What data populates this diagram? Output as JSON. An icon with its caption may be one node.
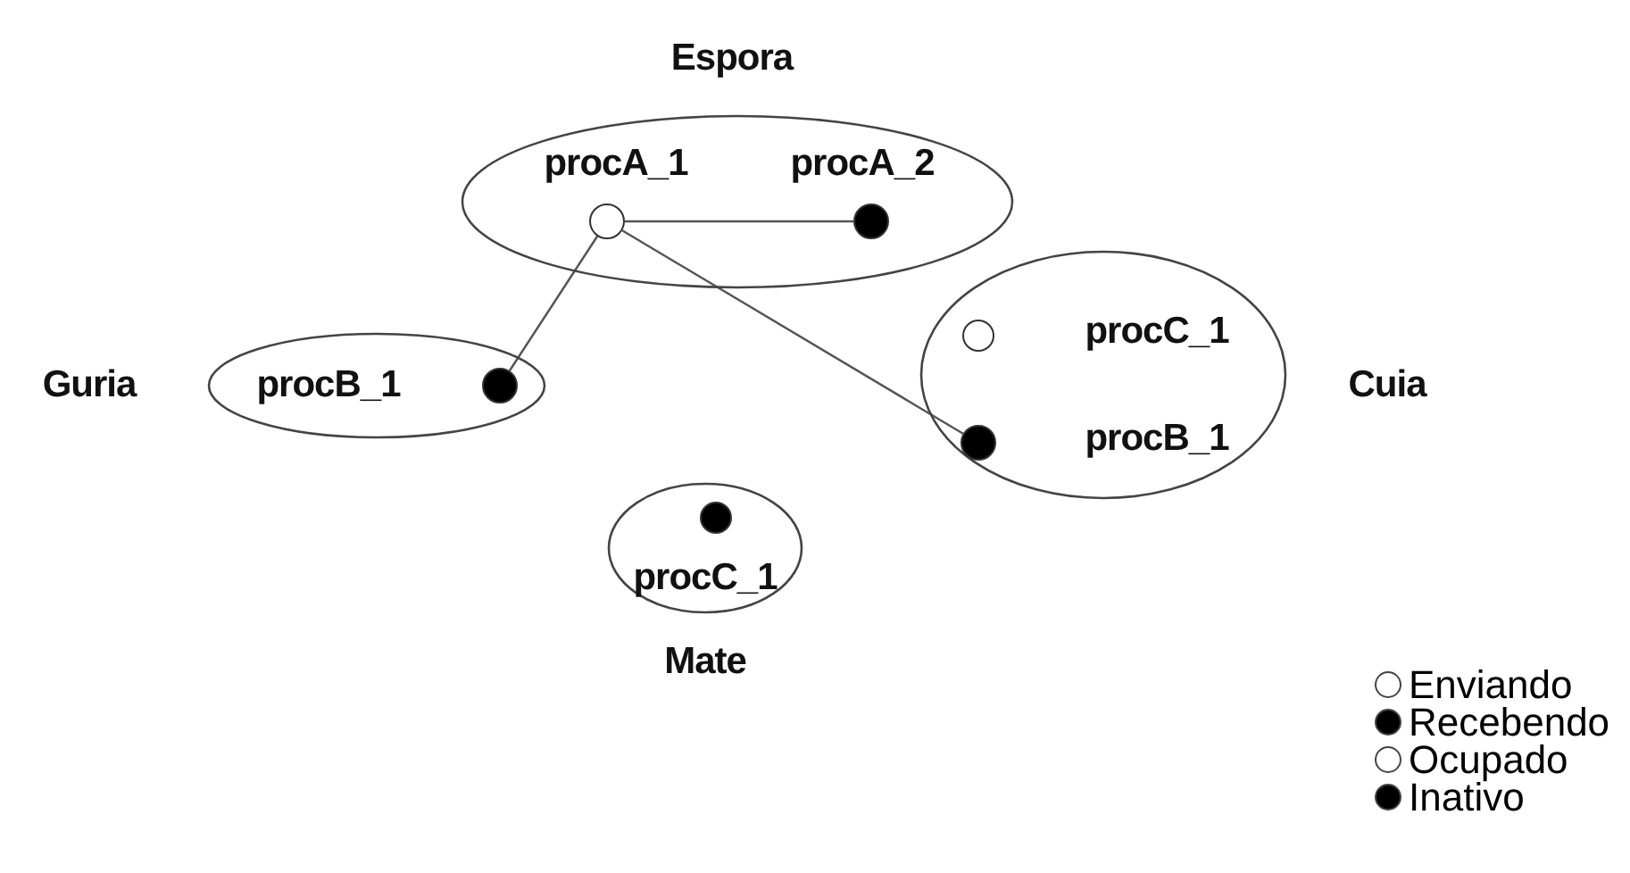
{
  "diagram": {
    "nodes": [
      {
        "text": [
          "Espora"
        ]
      },
      {
        "text": [
          "procA_1"
        ],
        "in": 0
      },
      {
        "text": [
          "procA_2"
        ],
        "in": 0
      },
      {
        "text": [
          "Guria"
        ]
      },
      {
        "text": [
          "procB_1"
        ],
        "in": 3
      },
      {
        "text": [
          "Cuia"
        ]
      },
      {
        "text": [
          "procC_1"
        ],
        "in": 5
      },
      {
        "text": [
          "procB_1"
        ],
        "in": 5
      },
      {
        "text": [
          "Mate"
        ]
      },
      {
        "text": [
          "procC_1"
        ],
        "in": 8
      }
    ],
    "edges": [
      {
        "from": 1,
        "to": 2,
        "arrow": "none"
      },
      {
        "from": 1,
        "to": 4,
        "arrow": "none"
      },
      {
        "from": 1,
        "to": 7,
        "arrow": "none"
      }
    ],
    "legend": [
      {
        "text": "Enviando",
        "color": "#ffffff"
      },
      {
        "text": "Recebendo",
        "color": "#000000"
      },
      {
        "text": "Ocupado",
        "color": "#ffffff"
      },
      {
        "text": "Inativo",
        "color": "#000000"
      }
    ]
  }
}
